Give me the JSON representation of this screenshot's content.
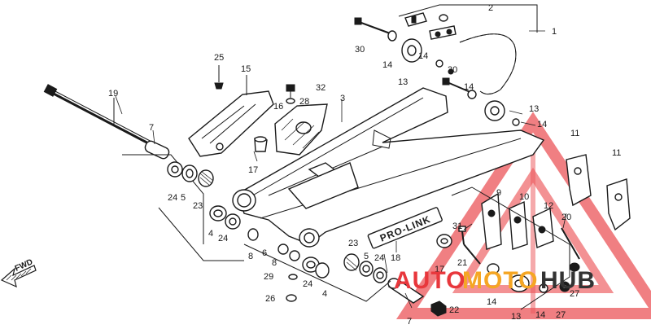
{
  "diagram": {
    "direction_label": "FWD",
    "swingarm_brand": "PRO-LINK",
    "callouts": [
      {
        "id": "c1",
        "text": "1"
      },
      {
        "id": "c2",
        "text": "2"
      },
      {
        "id": "c3",
        "text": "3"
      },
      {
        "id": "c4a",
        "text": "4"
      },
      {
        "id": "c4b",
        "text": "4"
      },
      {
        "id": "c5a",
        "text": "5"
      },
      {
        "id": "c5b",
        "text": "5"
      },
      {
        "id": "c6",
        "text": "6"
      },
      {
        "id": "c7a",
        "text": "7"
      },
      {
        "id": "c7b",
        "text": "7"
      },
      {
        "id": "c8a",
        "text": "8"
      },
      {
        "id": "c8b",
        "text": "8"
      },
      {
        "id": "c9",
        "text": "9"
      },
      {
        "id": "c10",
        "text": "10"
      },
      {
        "id": "c11a",
        "text": "11"
      },
      {
        "id": "c11b",
        "text": "11"
      },
      {
        "id": "c12",
        "text": "12"
      },
      {
        "id": "c13a",
        "text": "13"
      },
      {
        "id": "c13b",
        "text": "13"
      },
      {
        "id": "c13c",
        "text": "13"
      },
      {
        "id": "c14a",
        "text": "14"
      },
      {
        "id": "c14b",
        "text": "14"
      },
      {
        "id": "c14c",
        "text": "14"
      },
      {
        "id": "c14d",
        "text": "14"
      },
      {
        "id": "c14e",
        "text": "14"
      },
      {
        "id": "c14f",
        "text": "14"
      },
      {
        "id": "c15",
        "text": "15"
      },
      {
        "id": "c16",
        "text": "16"
      },
      {
        "id": "c17a",
        "text": "17"
      },
      {
        "id": "c17b",
        "text": "17"
      },
      {
        "id": "c18",
        "text": "18"
      },
      {
        "id": "c19",
        "text": "19"
      },
      {
        "id": "c20",
        "text": "20"
      },
      {
        "id": "c21",
        "text": "21"
      },
      {
        "id": "c22",
        "text": "22"
      },
      {
        "id": "c23a",
        "text": "23"
      },
      {
        "id": "c23b",
        "text": "23"
      },
      {
        "id": "c24a",
        "text": "24"
      },
      {
        "id": "c24b",
        "text": "24"
      },
      {
        "id": "c24c",
        "text": "24"
      },
      {
        "id": "c24d",
        "text": "24"
      },
      {
        "id": "c25",
        "text": "25"
      },
      {
        "id": "c26",
        "text": "26"
      },
      {
        "id": "c27a",
        "text": "27"
      },
      {
        "id": "c27b",
        "text": "27"
      },
      {
        "id": "c28",
        "text": "28"
      },
      {
        "id": "c29",
        "text": "29"
      },
      {
        "id": "c30a",
        "text": "30"
      },
      {
        "id": "c30b",
        "text": "30"
      },
      {
        "id": "c31",
        "text": "31"
      },
      {
        "id": "c32",
        "text": "32"
      }
    ]
  },
  "watermark": {
    "text_first": "AUTO",
    "text_middle": "MOTO",
    "text_last": "HUB",
    "color_primary": "#e8373c",
    "color_secondary": "#f5a623",
    "color_last": "#333333"
  }
}
